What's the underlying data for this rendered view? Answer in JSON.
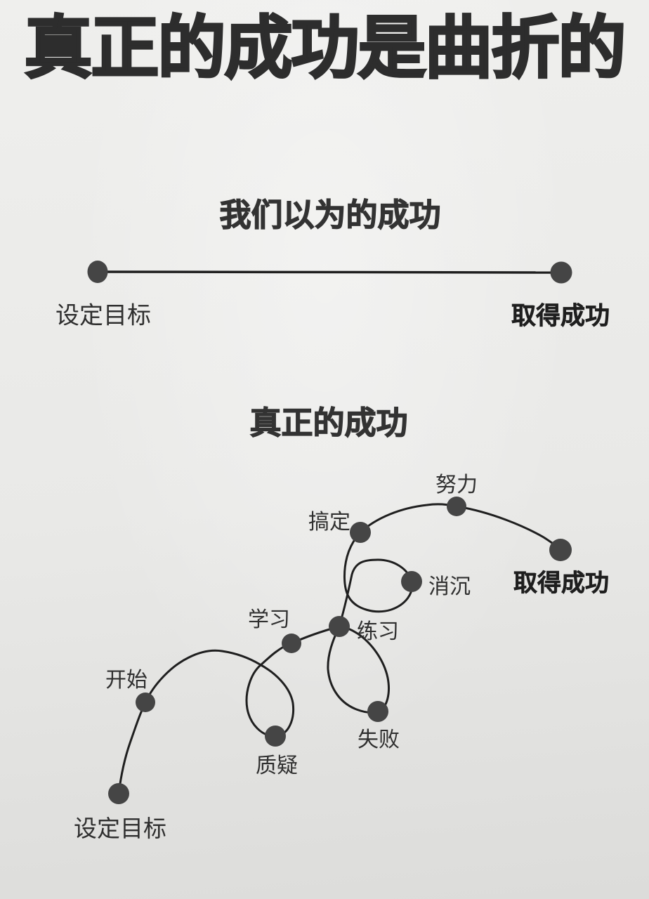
{
  "title": "真正的成功是曲折的",
  "colors": {
    "background": "#e9e9e7",
    "ink": "#2d2d2d",
    "line": "#1f1f1f",
    "dot": "#454545"
  },
  "expected": {
    "heading": "我们以为的成功",
    "start_label": "设定目标",
    "end_label": "取得成功"
  },
  "reality": {
    "heading": "真正的成功",
    "milestones": [
      "设定目标",
      "开始",
      "质疑",
      "学习",
      "练习",
      "失败",
      "消沉",
      "搞定",
      "努力",
      "取得成功"
    ]
  }
}
